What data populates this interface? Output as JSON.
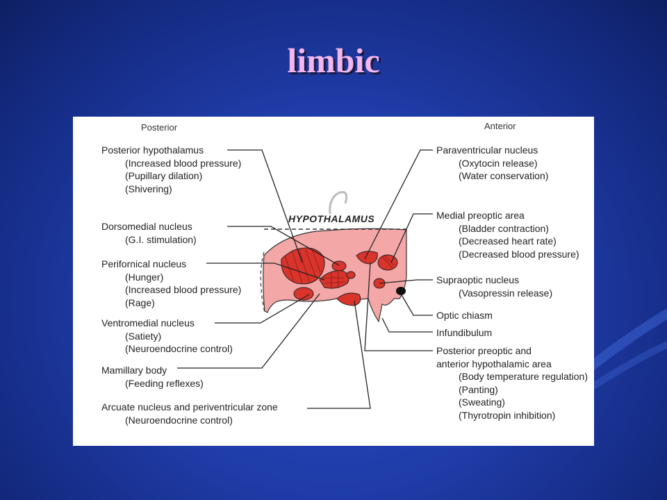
{
  "slide": {
    "title": "limbic"
  },
  "diagram": {
    "posterior_header": "Posterior",
    "anterior_header": "Anterior",
    "center_label": "HYPOTHALAMUS",
    "left_labels": [
      {
        "name": "Posterior hypothalamus",
        "details": [
          "(Increased blood pressure)",
          "(Pupillary dilation)",
          "(Shivering)"
        ]
      },
      {
        "name": "Dorsomedial nucleus",
        "details": [
          "(G.I. stimulation)"
        ]
      },
      {
        "name": "Perifornical nucleus",
        "details": [
          "(Hunger)",
          "(Increased blood pressure)",
          "(Rage)"
        ]
      },
      {
        "name": "Ventromedial nucleus",
        "details": [
          "(Satiety)",
          "(Neuroendocrine control)"
        ]
      },
      {
        "name": "Mamillary body",
        "details": [
          "(Feeding reflexes)"
        ]
      },
      {
        "name": "Arcuate nucleus and periventricular zone",
        "details": [
          "(Neuroendocrine control)"
        ]
      }
    ],
    "right_labels": [
      {
        "name": "Paraventricular nucleus",
        "details": [
          "(Oxytocin release)",
          "(Water conservation)"
        ]
      },
      {
        "name": "Medial preoptic area",
        "details": [
          "(Bladder contraction)",
          "(Decreased heart rate)",
          "(Decreased blood pressure)"
        ]
      },
      {
        "name": "Supraoptic nucleus",
        "details": [
          "(Vasopressin release)"
        ]
      },
      {
        "name": "Optic chiasm",
        "details": []
      },
      {
        "name": "Infundibulum",
        "details": []
      },
      {
        "name": "Posterior preoptic and",
        "name2": "anterior hypothalamic area",
        "details": [
          "(Body temperature regulation)",
          "(Panting)",
          "(Sweating)",
          "(Thyrotropin inhibition)"
        ]
      }
    ]
  },
  "colors": {
    "background": "#1f3ca8",
    "title": "#f3b6ec",
    "region_fill": "#f4a7a7",
    "nucleus_fill": "#d9342b"
  }
}
